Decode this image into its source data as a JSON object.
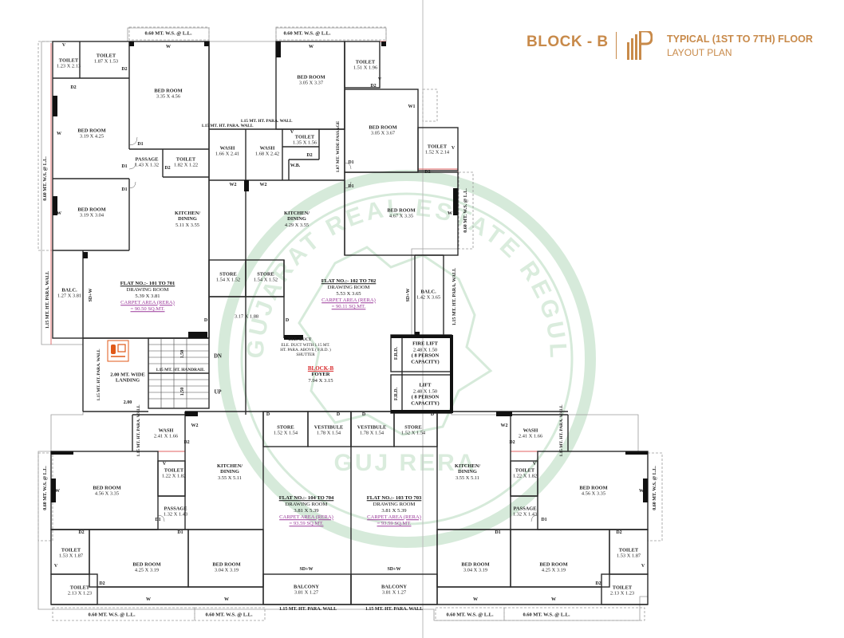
{
  "header": {
    "block_title": "BLOCK - B",
    "plan_title": "TYPICAL (1ST TO 7TH) FLOOR",
    "plan_subtitle": "LAYOUT PLAN",
    "brand_color": "#c88a4a",
    "logo_icon": "building-logo-icon"
  },
  "watermark": {
    "ring_text": "GUJARAT REAL ESTATE REGULATORY AUTHORITY",
    "center_text": "GUJ RERA",
    "color": "#4aa35a"
  },
  "flats": {
    "f101": {
      "no": "FLAT NO.:- 101 TO 701",
      "room": "DRAWING ROOM",
      "dim": "5.39 X 3.81",
      "carpet": "CARPET AREA (RERA)",
      "carpet_value": "= 90.50 SQ.MT."
    },
    "f102": {
      "no": "FLAT NO.:- 102 TO 702",
      "room": "DRAWING ROOM",
      "dim": "5.53 X 3.65",
      "carpet": "CARPET AREA (RERA)",
      "carpet_value": "= 90.11 SQ.MT."
    },
    "f104": {
      "no": "FLAT NO.:- 104 TO 704",
      "room": "DRAWING ROOM",
      "dim": "3.81 X 5.39",
      "carpet": "CARPET AREA (RERA)",
      "carpet_value": "= 93.59 SQ.MT."
    },
    "f103": {
      "no": "FLAT NO.:- 103 TO 703",
      "room": "DRAWING ROOM",
      "dim": "3.81 X 5.39",
      "carpet": "CARPET AREA (RERA)",
      "carpet_value": "= 93.59 SQ.MT."
    }
  },
  "rooms": {
    "toilet_tl": {
      "name": "TOILET",
      "dim": "1.23 X 2.13"
    },
    "toilet_t2": {
      "name": "TOILET",
      "dim": "1.87 X 1.53"
    },
    "bed_top1": {
      "name": "BED ROOM",
      "dim": "3.35 X 4.56"
    },
    "bed_left1": {
      "name": "BED ROOM",
      "dim": "3.19 X 4.25"
    },
    "bed_left2": {
      "name": "BED ROOM",
      "dim": "3.19 X 3.04"
    },
    "passage_l": {
      "name": "PASSAGE",
      "dim": "1.43 X 1.32"
    },
    "toilet_l3": {
      "name": "TOILET",
      "dim": "1.82 X 1.22"
    },
    "wash_l": {
      "name": "WASH",
      "dim": "1.66 X 2.41"
    },
    "wash_r": {
      "name": "WASH",
      "dim": "1.68 X 2.42"
    },
    "toilet_mid": {
      "name": "TOILET",
      "dim": "1.35 X 1.56"
    },
    "kitchen_l": {
      "name": "KITCHEN/ DINING",
      "dim": "5.11 X 3.55"
    },
    "kitchen_r": {
      "name": "KITCHEN/ DINING",
      "dim": "4.29 X 3.55"
    },
    "bed_tr1": {
      "name": "BED ROOM",
      "dim": "3.05 X 3.37"
    },
    "toilet_tr": {
      "name": "TOILET",
      "dim": "1.51 X 1.96"
    },
    "bed_tr2": {
      "name": "BED ROOM",
      "dim": "3.05 X 3.67"
    },
    "toilet_tr2": {
      "name": "TOILET",
      "dim": "1.52 X 2.14"
    },
    "bed_tr3": {
      "name": "BED ROOM",
      "dim": "4.67 X 3.35"
    },
    "balc_l": {
      "name": "BALC.",
      "dim": "1.27 X 3.81"
    },
    "balc_r": {
      "name": "BALC.",
      "dim": "1.42 X 3.65"
    },
    "store1": {
      "name": "STORE",
      "dim": "1.54 X 1.52"
    },
    "store2": {
      "name": "STORE",
      "dim": "1.54 X 1.52"
    },
    "lobby": {
      "dim": "3.17 X 1.88"
    },
    "fire_lift": {
      "name": "FIRE LIFT",
      "dim": "2.48 X 1.50",
      "cap": "( 8 PERSON CAPACITY)"
    },
    "lift": {
      "name": "LIFT",
      "dim": "2.48 X 1.50",
      "cap": "( 8 PERSON CAPACITY)"
    },
    "foyer": {
      "block": "BLOCK-B",
      "name": "FOYER",
      "dim": "7.94 X 3.15"
    },
    "landing": {
      "name": "2.00 MT. WIDE LANDING"
    },
    "wash_bl": {
      "name": "WASH",
      "dim": "2.41 X 1.66"
    },
    "wash_br": {
      "name": "WASH",
      "dim": "2.41 X 1.66"
    },
    "store_b1": {
      "name": "STORE",
      "dim": "1.52 X 1.54"
    },
    "vest_b1": {
      "name": "VESTIBULE",
      "dim": "1.78 X 1.54"
    },
    "vest_b2": {
      "name": "VESTIBULE",
      "dim": "1.78 X 1.54"
    },
    "store_b2": {
      "name": "STORE",
      "dim": "1.52 X 1.54"
    },
    "kitchen_bl": {
      "name": "KITCHEN/ DINING",
      "dim": "3.55 X 5.11"
    },
    "kitchen_br": {
      "name": "KITCHEN/ DINING",
      "dim": "3.55 X 5.11"
    },
    "toilet_bl1": {
      "name": "TOILET",
      "dim": "1.22 X 1.82"
    },
    "toilet_br1": {
      "name": "TOILET",
      "dim": "1.22 X 1.82"
    },
    "bed_bl1": {
      "name": "BED ROOM",
      "dim": "4.56 X 3.35"
    },
    "bed_br1": {
      "name": "BED ROOM",
      "dim": "4.56 X 3.35"
    },
    "passage_bl": {
      "name": "PASSAGE",
      "dim": "1.32 X 1.43"
    },
    "passage_br": {
      "name": "PASSAGE",
      "dim": "1.32 X 1.43"
    },
    "toilet_bl2": {
      "name": "TOILET",
      "dim": "1.53 X 1.87"
    },
    "toilet_br2": {
      "name": "TOILET",
      "dim": "1.53 X 1.87"
    },
    "bed_bl2": {
      "name": "BED ROOM",
      "dim": "4.25 X 3.19"
    },
    "bed_bl3": {
      "name": "BED ROOM",
      "dim": "3.04 X 3.19"
    },
    "bed_br3": {
      "name": "BED ROOM",
      "dim": "3.04 X 3.19"
    },
    "bed_br2": {
      "name": "BED ROOM",
      "dim": "4.25 X 3.19"
    },
    "toilet_bl3": {
      "name": "TOILET",
      "dim": "2.13 X 1.23"
    },
    "toilet_br3": {
      "name": "TOILET",
      "dim": "2.13 X 1.23"
    },
    "balcony_b1": {
      "name": "BALCONY",
      "dim": "3.81 X 1.27"
    },
    "balcony_b2": {
      "name": "BALCONY",
      "dim": "3.81 X 1.27"
    }
  },
  "notes": {
    "ws": "0.60 MT. W.S. @ L.L.",
    "para_wall": "1.15 MT. HT. PARA. WALL",
    "para_wall_2": "1.15 MT. HT.\nPARA. WALL",
    "handrail": "1.15 MT. HT. HANDRAIL",
    "passage_wide": "1.07 MT. WIDE PASSAGE",
    "sd_w": "SD+W",
    "duct": "ELE. DUCT",
    "duct_note": "ELE. DUCT WITH 1.15 MT. HT. PARA. ABOVE ( F.R.D. ) SHUTTER",
    "frd": "F.R.D.",
    "dn": "DN",
    "up": "UP",
    "stair_dim": "1.50",
    "landing_dim": "2.00",
    "wb": "W.B.",
    "w": "W",
    "w1": "W1",
    "w2": "W2",
    "d": "D",
    "d1": "D1",
    "d2": "D2",
    "v": "V"
  }
}
